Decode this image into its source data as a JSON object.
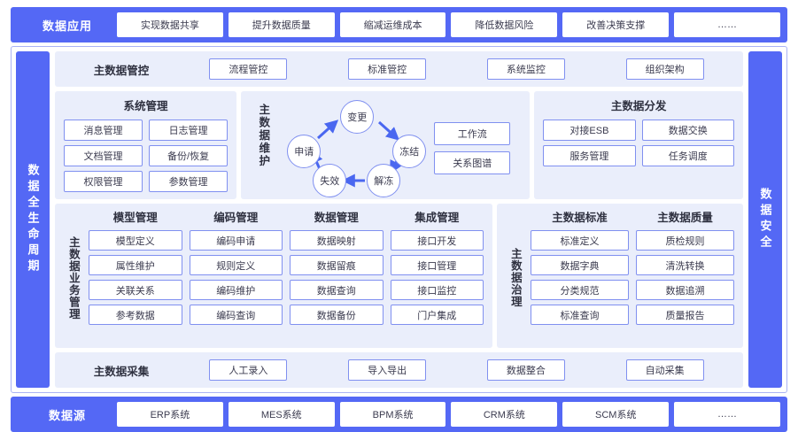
{
  "top_bar": {
    "title": "数据应用",
    "items": [
      "实现数据共享",
      "提升数据质量",
      "缩减运维成本",
      "降低数据风险",
      "改善决策支撑",
      "……"
    ]
  },
  "bottom_bar": {
    "title": "数据源",
    "items": [
      "ERP系统",
      "MES系统",
      "BPM系统",
      "CRM系统",
      "SCM系统",
      "……"
    ]
  },
  "rails": {
    "left": "数据全生命周期",
    "right": "数据安全"
  },
  "control_row": {
    "title": "主数据管控",
    "items": [
      "流程管控",
      "标准管控",
      "系统监控",
      "组织架构"
    ]
  },
  "collect_row": {
    "title": "主数据采集",
    "items": [
      "人工录入",
      "导入导出",
      "数据整合",
      "自动采集"
    ]
  },
  "system_management": {
    "title": "系统管理",
    "items": [
      "消息管理",
      "日志管理",
      "文档管理",
      "备份/恢复",
      "权限管理",
      "参数管理"
    ]
  },
  "maintenance": {
    "label": "主数据维护",
    "cycle": {
      "nodes": [
        "变更",
        "冻结",
        "解冻",
        "失效",
        "申请"
      ],
      "flow": [
        "申请",
        "变更",
        "冻结",
        "解冻",
        "失效"
      ]
    },
    "side_items": [
      "工作流",
      "关系图谱"
    ]
  },
  "distribution": {
    "title": "主数据分发",
    "items": [
      "对接ESB",
      "数据交换",
      "服务管理",
      "任务调度"
    ]
  },
  "business_management": {
    "label": "主数据业务管理",
    "columns": [
      {
        "title": "模型管理",
        "items": [
          "模型定义",
          "属性维护",
          "关联关系",
          "参考数据"
        ]
      },
      {
        "title": "编码管理",
        "items": [
          "编码申请",
          "规则定义",
          "编码维护",
          "编码查询"
        ]
      },
      {
        "title": "数据管理",
        "items": [
          "数据映射",
          "数据留痕",
          "数据查询",
          "数据备份"
        ]
      },
      {
        "title": "集成管理",
        "items": [
          "接口开发",
          "接口管理",
          "接口监控",
          "门户集成"
        ]
      }
    ]
  },
  "governance": {
    "label": "主数据治理",
    "columns": [
      {
        "title": "主数据标准",
        "items": [
          "标准定义",
          "数据字典",
          "分类规范",
          "标准查询"
        ]
      },
      {
        "title": "主数据质量",
        "items": [
          "质检规则",
          "清洗转换",
          "数据追溯",
          "质量报告"
        ]
      }
    ]
  },
  "colors": {
    "brand_blue": "#5468f5",
    "panel_bg": "#eaeefb",
    "chip_border": "#8090f0",
    "frame_border": "#aab4f5"
  }
}
